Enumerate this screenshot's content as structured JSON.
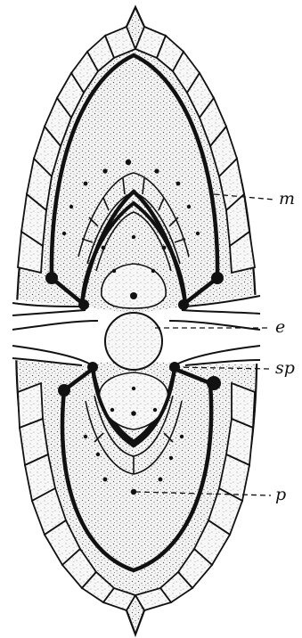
{
  "labels": {
    "m": "m",
    "e": "e",
    "sp": "sp",
    "p": "p"
  },
  "colors": {
    "ink": "#111111",
    "paper": "#ffffff",
    "stipple": "#444444"
  }
}
